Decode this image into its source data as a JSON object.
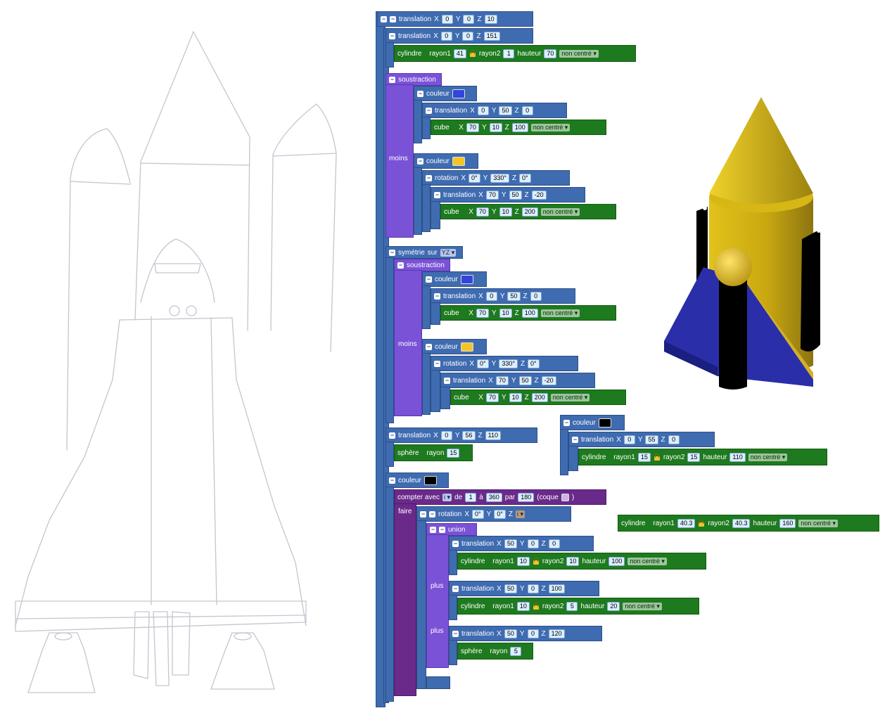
{
  "colors": {
    "blue_block": "#3f6bb0",
    "green_block": "#1e7a1e",
    "purple_block": "#7a52d6",
    "dark_purple_block": "#6a2a8a",
    "swatch_blue": "#3344dd",
    "swatch_yellow": "#f5c623",
    "swatch_black": "#000000"
  },
  "icons": {
    "toggle": "minus-toggle-icon",
    "lock": "padlock-icon"
  },
  "blocks": {
    "tr1": {
      "label": "translation",
      "x": "X",
      "xv": "0",
      "y": "Y",
      "yv": "0",
      "z": "Z",
      "zv": "10"
    },
    "tr2": {
      "label": "translation",
      "x": "X",
      "xv": "0",
      "y": "Y",
      "yv": "0",
      "z": "Z",
      "zv": "151"
    },
    "cyl1": {
      "label": "cylindre",
      "r1": "rayon1",
      "r1v": "41",
      "r2": "rayon2",
      "r2v": "1",
      "h": "hauteur",
      "hv": "70",
      "mode": "non centré"
    },
    "sous1": {
      "label": "soustraction",
      "moins": "moins"
    },
    "coul1": {
      "label": "couleur"
    },
    "tr3": {
      "label": "translation",
      "x": "X",
      "xv": "0",
      "y": "Y",
      "yv": "50",
      "z": "Z",
      "zv": "0"
    },
    "cube1": {
      "label": "cube",
      "x": "X",
      "xv": "70",
      "y": "Y",
      "yv": "10",
      "z": "Z",
      "zv": "100",
      "mode": "non centré"
    },
    "coul2": {
      "label": "couleur"
    },
    "rot1": {
      "label": "rotation",
      "x": "X",
      "xv": "0°",
      "y": "Y",
      "yv": "330°",
      "z": "Z",
      "zv": "0°"
    },
    "tr4": {
      "label": "translation",
      "x": "X",
      "xv": "70",
      "y": "Y",
      "yv": "50",
      "z": "Z",
      "zv": "-20"
    },
    "cube2": {
      "label": "cube",
      "x": "X",
      "xv": "70",
      "y": "Y",
      "yv": "10",
      "z": "Z",
      "zv": "200",
      "mode": "non centré"
    },
    "sym": {
      "label": "symétrie",
      "sur": "sur",
      "axis": "YZ"
    },
    "sous2": {
      "label": "soustraction",
      "moins": "moins"
    },
    "coul3": {
      "label": "couleur"
    },
    "tr5": {
      "label": "translation",
      "x": "X",
      "xv": "0",
      "y": "Y",
      "yv": "50",
      "z": "Z",
      "zv": "0"
    },
    "cube3": {
      "label": "cube",
      "x": "X",
      "xv": "70",
      "y": "Y",
      "yv": "10",
      "z": "Z",
      "zv": "100",
      "mode": "non centré"
    },
    "coul4": {
      "label": "couleur"
    },
    "rot2": {
      "label": "rotation",
      "x": "X",
      "xv": "0°",
      "y": "Y",
      "yv": "330°",
      "z": "Z",
      "zv": "0°"
    },
    "tr6": {
      "label": "translation",
      "x": "X",
      "xv": "70",
      "y": "Y",
      "yv": "50",
      "z": "Z",
      "zv": "-20"
    },
    "cube4": {
      "label": "cube",
      "x": "X",
      "xv": "70",
      "y": "Y",
      "yv": "10",
      "z": "Z",
      "zv": "200",
      "mode": "non centré"
    },
    "tr7": {
      "label": "translation",
      "x": "X",
      "xv": "0",
      "y": "Y",
      "yv": "56",
      "z": "Z",
      "zv": "110"
    },
    "sph1": {
      "label": "sphère",
      "r": "rayon",
      "rv": "15"
    },
    "coul5": {
      "label": "couleur"
    },
    "tr8": {
      "label": "translation",
      "x": "X",
      "xv": "0",
      "y": "Y",
      "yv": "55",
      "z": "Z",
      "zv": "0"
    },
    "cyl2": {
      "label": "cylindre",
      "r1": "rayon1",
      "r1v": "15",
      "r2": "rayon2",
      "r2v": "15",
      "h": "hauteur",
      "hv": "110",
      "mode": "non centré"
    },
    "coul6": {
      "label": "couleur"
    },
    "loop": {
      "label": "compter avec",
      "var": "i",
      "de": "de",
      "dev": "1",
      "a": "à",
      "av": "360",
      "par": "par",
      "parv": "180",
      "coque": "(coque",
      "close": ")",
      "faire": "faire"
    },
    "rot3": {
      "label": "rotation",
      "x": "X",
      "xv": "0°",
      "y": "Y",
      "yv": "0°",
      "z": "Z",
      "zv": "i"
    },
    "union": {
      "label": "union",
      "plus1": "plus",
      "plus2": "plus"
    },
    "tr9": {
      "label": "translation",
      "x": "X",
      "xv": "50",
      "y": "Y",
      "yv": "0",
      "z": "Z",
      "zv": "0"
    },
    "cyl3": {
      "label": "cylindre",
      "r1": "rayon1",
      "r1v": "10",
      "r2": "rayon2",
      "r2v": "10",
      "h": "hauteur",
      "hv": "100",
      "mode": "non centré"
    },
    "tr10": {
      "label": "translation",
      "x": "X",
      "xv": "50",
      "y": "Y",
      "yv": "0",
      "z": "Z",
      "zv": "100"
    },
    "cyl4": {
      "label": "cylindre",
      "r1": "rayon1",
      "r1v": "10",
      "r2": "rayon2",
      "r2v": "5",
      "h": "hauteur",
      "hv": "20",
      "mode": "non centré"
    },
    "tr11": {
      "label": "translation",
      "x": "X",
      "xv": "50",
      "y": "Y",
      "yv": "0",
      "z": "Z",
      "zv": "120"
    },
    "sph2": {
      "label": "sphère",
      "r": "rayon",
      "rv": "5"
    },
    "cyl5": {
      "label": "cylindre",
      "r1": "rayon1",
      "r1v": "40.3",
      "r2": "rayon2",
      "r2v": "40.3",
      "h": "hauteur",
      "hv": "160",
      "mode": "non centré"
    }
  }
}
